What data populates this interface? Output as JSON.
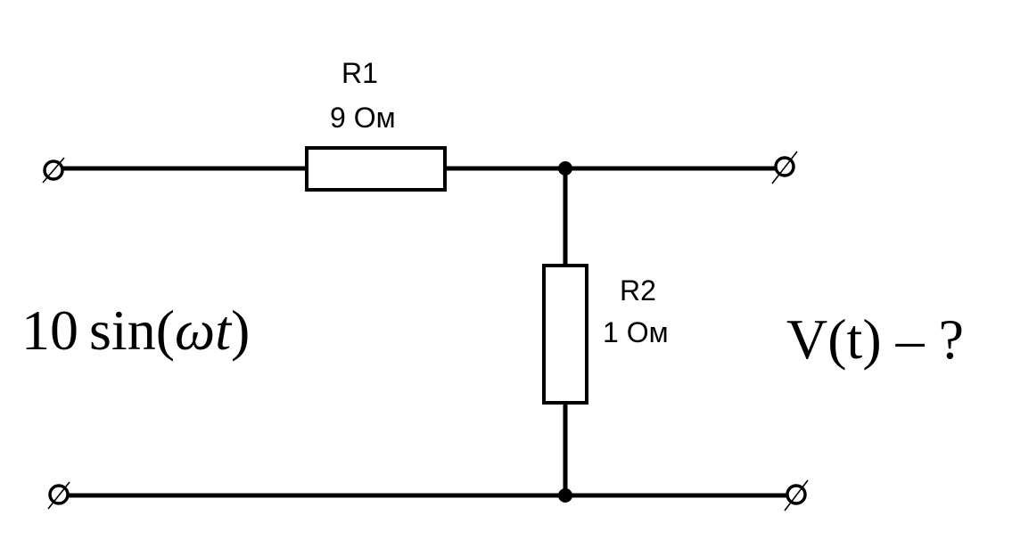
{
  "resistors": [
    {
      "id": "R1",
      "name": "R1",
      "value": "9 Ом"
    },
    {
      "id": "R2",
      "name": "R2",
      "value": "1 Ом"
    }
  ],
  "source": {
    "prefix": "10",
    "function": "sin(",
    "argument": "ωt",
    "suffix": ")"
  },
  "output": {
    "label": "V(t) – ?"
  }
}
